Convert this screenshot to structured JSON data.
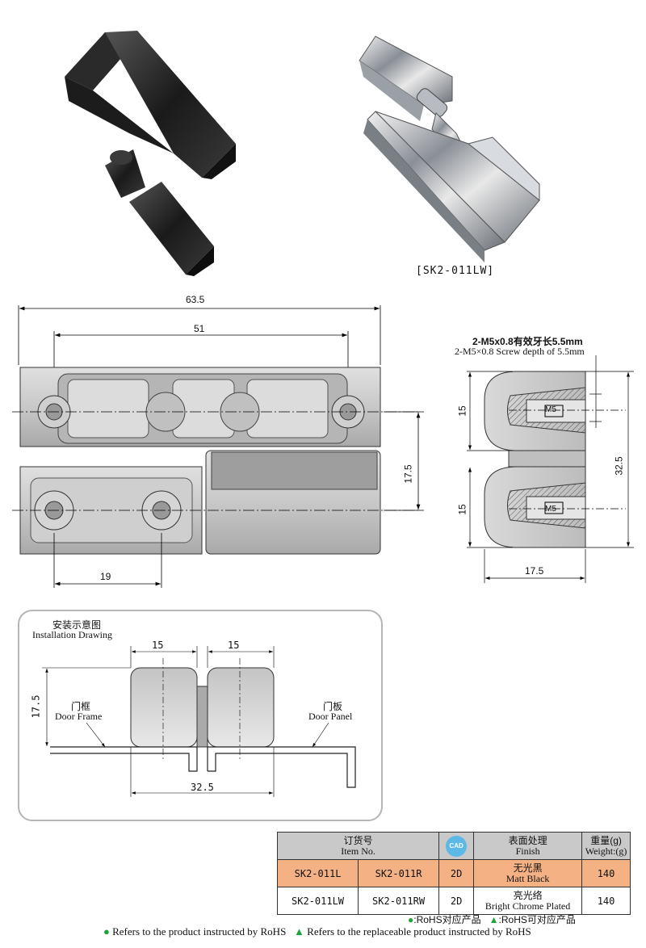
{
  "photo_caption": "[SK2-011LW]",
  "front_view": {
    "dim_total": "63.5",
    "dim_holes": "51",
    "dim_height": "17.5",
    "dim_lower": "19"
  },
  "side_view": {
    "note_cn": "2-M5x0.8有效牙长5.5mm",
    "note_en": "2-M5×0.8 Screw depth of 5.5mm",
    "dim_top": "15",
    "dim_bottom": "15",
    "dim_total": "32.5",
    "dim_width": "17.5",
    "thread_label": "M5"
  },
  "install": {
    "title_cn": "安装示意图",
    "title_en": "Installation Drawing",
    "dim_left": "15",
    "dim_right": "15",
    "dim_height": "17.5",
    "dim_total": "32.5",
    "frame_cn": "门框",
    "frame_en": "Door Frame",
    "panel_cn": "门板",
    "panel_en": "Door Panel"
  },
  "table": {
    "headers": {
      "item_cn": "订货号",
      "item_en": "Item No.",
      "cad": "CAD",
      "finish_cn": "表面处理",
      "finish_en": "Finish",
      "weight_cn": "重量(g)",
      "weight_en": "Weight:(g)"
    },
    "rows": [
      {
        "item_l": "SK2-011L",
        "item_r": "SK2-011R",
        "cad": "2D",
        "finish_cn": "无光黑",
        "finish_en": "Matt Black",
        "weight": "140"
      },
      {
        "item_l": "SK2-011LW",
        "item_r": "SK2-011RW",
        "cad": "2D",
        "finish_cn": "亮光络",
        "finish_en": "Bright Chrome Plated",
        "weight": "140"
      }
    ]
  },
  "legend": {
    "rohs_cn": ":RoHS对应产品",
    "replace_cn": ":RoHS可对应产品",
    "rohs_en": "Refers to the product instructed by RoHS",
    "replace_en": "Refers to the replaceable product instructed by RoHS",
    "green": "#1fa23a"
  }
}
